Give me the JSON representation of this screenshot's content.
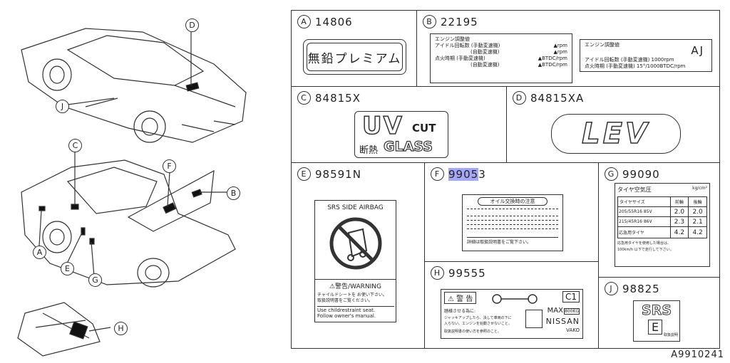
{
  "callouts": {
    "a": "A",
    "b": "B",
    "c": "C",
    "d": "D",
    "e": "E",
    "f": "F",
    "g": "G",
    "h": "H",
    "j": "J"
  },
  "cells": {
    "a": {
      "letter": "A",
      "number": "14806",
      "label": "無鉛プレミアム"
    },
    "b": {
      "letter": "B",
      "number": "22195",
      "left": {
        "title": "エンジン調整値",
        "rows": [
          [
            "アイドル回転数 (手動変速機)",
            "▲rpm"
          ],
          [
            "(自動変速機)",
            "▲rpm"
          ],
          [
            "点火時期    (手動変速機)",
            "▲BTDC/rpm"
          ],
          [
            "(自動変速機)",
            "▲BTDC/rpm"
          ]
        ]
      },
      "right": {
        "title": "エンジン調整値",
        "code": "AJ",
        "line1": "アイドル回転数 (手動変速機)  1000rpm",
        "line2": "点火時期 (手動変速機) 15°/1000BTDC/rpm"
      }
    },
    "c": {
      "letter": "C",
      "number": "84815X",
      "uv": "UV",
      "cut": "CUT",
      "jp": "断熱",
      "glass": "GLASS"
    },
    "d": {
      "letter": "D",
      "number": "84815XA",
      "emblem": "LEV"
    },
    "e": {
      "letter": "E",
      "number": "98591N",
      "title": "SRS SIDE AIRBAG",
      "warning": "⚠警告/WARNING",
      "jp1": "チャイルドシートを お使い下さい。",
      "jp2": "取扱説明書をご覧ください。",
      "en1": "Use childrestraint seat.",
      "en2": "Follow owner's manual."
    },
    "f": {
      "letter": "F",
      "number_sel": "9905",
      "number_rest": "3",
      "title": "オイル交換時の注意",
      "foot": "詳細は取扱説明書をご覧下さい。"
    },
    "g": {
      "letter": "G",
      "number": "99090",
      "title": "タイヤ空気圧",
      "unit": "kg/cm²",
      "head": [
        "タイヤサイズ",
        "前輪",
        "後輪"
      ],
      "rows": [
        [
          "205/55R16 85V",
          "2.0",
          "2.0"
        ],
        [
          "215/45R16 86V",
          "2.3",
          "2.1"
        ],
        [
          "応急用タイヤ",
          "4.2",
          "4.2"
        ]
      ],
      "note1": "応急用タイヤを使用した場合は、",
      "note2": "100km/h 以下で走行して下さい。"
    },
    "h": {
      "letter": "H",
      "number": "99555",
      "warning": "警 告",
      "c1": "C1",
      "max": "MAX",
      "kg": "800KG",
      "brand": "NISSAN",
      "maker": "VAKO",
      "jp1": "踏様させる為に:",
      "jp2": "ジャッキアップしたら、決して車両の下に",
      "jp3": "入らない。エンジンを始動させないこと。",
      "jp4": "取扱説明書の使い方を参照のこと。"
    },
    "j": {
      "letter": "J",
      "number": "98825",
      "srs": "SRS",
      "e": "E",
      "tag": "取扱説明"
    }
  },
  "ref": "A9910241"
}
